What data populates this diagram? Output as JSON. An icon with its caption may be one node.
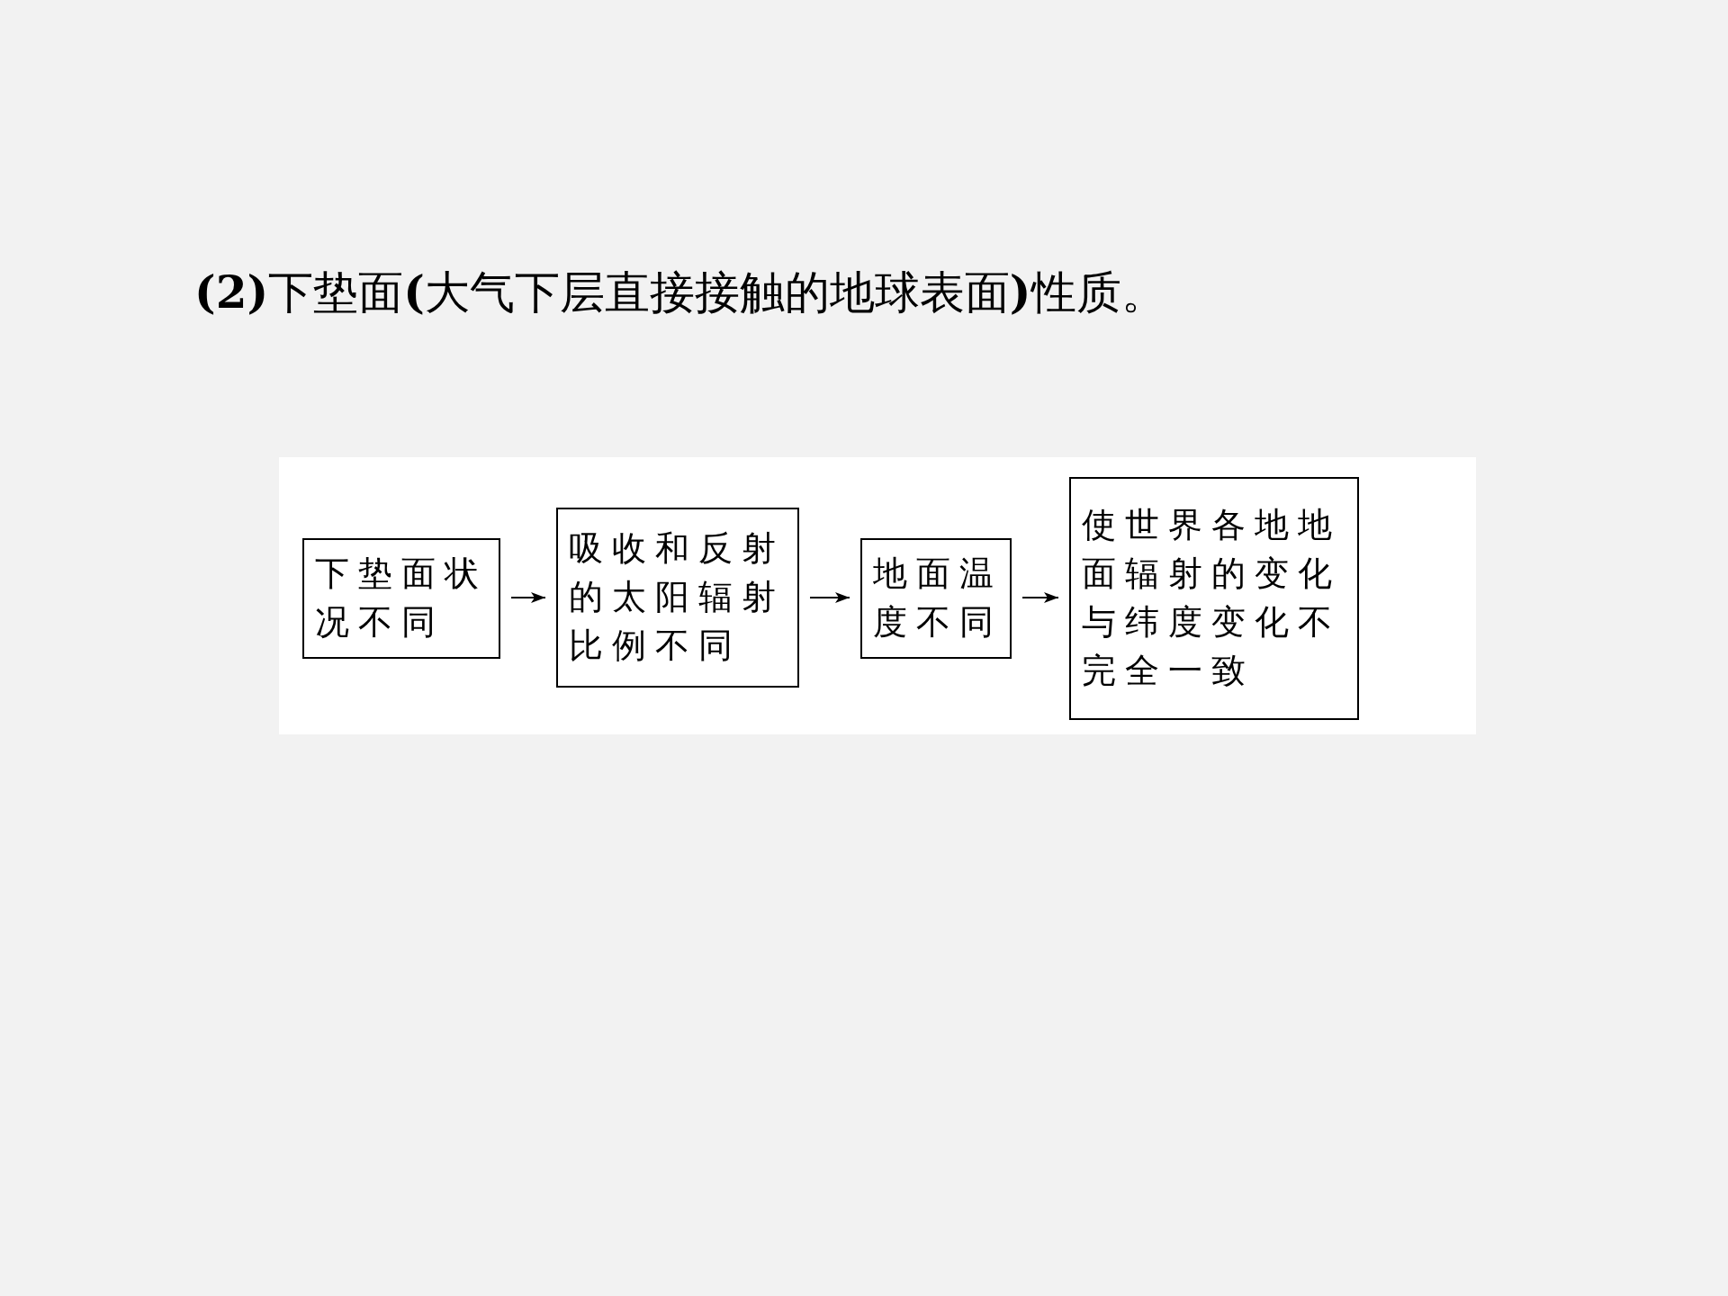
{
  "diagram": {
    "title": "**(2)**下垫面**(**大气下层直接接触的地球表面**)**性质。",
    "nodes": [
      {
        "text": [
          "下垫面状况不同"
        ]
      },
      {
        "text": [
          "吸收和反射的太阳辐射比例不同"
        ]
      },
      {
        "text": [
          "地面温度不同"
        ]
      },
      {
        "text": [
          "使世界各地地面辐射的变化与纬度变化不完全一致"
        ]
      }
    ],
    "edges": [
      {
        "from": 0,
        "to": 1,
        "arrow": "to"
      },
      {
        "from": 1,
        "to": 2,
        "arrow": "to"
      },
      {
        "from": 2,
        "to": 3,
        "arrow": "to"
      }
    ]
  }
}
